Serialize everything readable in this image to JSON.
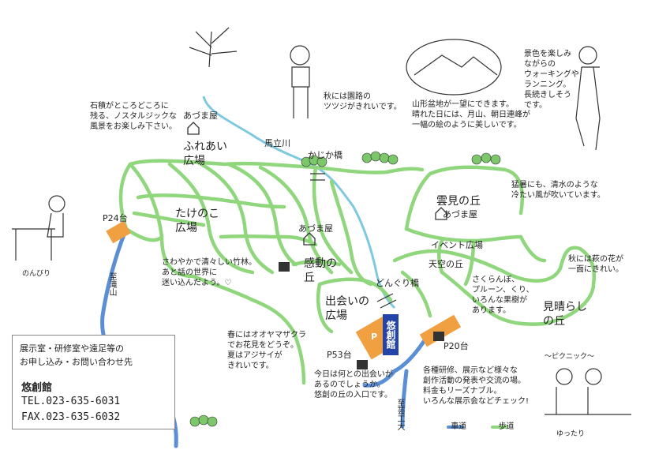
{
  "colors": {
    "road": "#5a8fd6",
    "path": "#8fd67d",
    "river": "#7fc9e0",
    "parking": "#f0a040",
    "center": "#2444a8",
    "trees": "#7cc76a"
  },
  "places": {
    "fureai": "ふれあい\n広場",
    "takenoko": "たけのこ\n広場",
    "kando": "感動の\n丘",
    "deai": "出会いの\n広場",
    "unken": "雲見の丘",
    "tenku": "天空の丘",
    "miharashi": "見晴らし\nの丘",
    "event": "イベント広場"
  },
  "labels": {
    "azumaya": "あづま屋",
    "kajika_bridge": "かじか橋",
    "donguri_bridge": "どんぐり橋",
    "river": "馬立川",
    "to_takiyama": "至滝山",
    "to_geikoudai": "至芸工大",
    "yusoukan_sign": "悠創館",
    "p24": "P24台",
    "p53": "P53台",
    "p20": "P20台",
    "p_mark": "P",
    "sign_yuttari": "ゆったり",
    "sign_nonbiri": "のんびり",
    "sign_picnic": "〜ピクニック〜"
  },
  "notes": {
    "stone": "石積がところどころに\n残る、ノスタルジックな\n風景をお楽しみ下さい。",
    "autumn_tsutsuji": "秋には園路の\nツツジがきれいです。",
    "yamagata": "山形盆地が一望にできます。\n晴れた日には、月山、朝日連峰が\n一幅の絵のように美しいです。",
    "walking": "景色を楽しみ\nながらの\nウォーキングや\nランニング。\n長続きしそう\nです。",
    "summer": "猛暑にも、清水のような\n冷たい風が吹いています。",
    "bamboo": "さわやかで清々しい竹林。\nあと話の世界に\n迷い込んだよう。♡",
    "autumn_hagi": "秋には萩の花が\n一面にきれい。",
    "fruits": "さくらんぼ、\nプルーン、くり、\nいろんな果樹が\nあります。",
    "spring": "春にはオオヤマザクラ\nでお花見をどうぞ。\n夏はアジサイが\nきれいです。",
    "deai_note": "今日は何との出会いが\nあるのでしょうか。\n悠創の丘の入口です。",
    "activities": "各種研修、展示など様々な\n創作活動の発表や交流の場。\n料金もリーズナブル。\nいろんな展示会などチェック!"
  },
  "info": {
    "lead": "展示室・研修室や遠足等の\nお申し込み・お問い合わせ先",
    "name": "悠創館",
    "tel": "TEL.023-635-6031",
    "fax": "FAX.023-635-6032"
  },
  "legend": {
    "road": "車道",
    "path": "歩道"
  }
}
